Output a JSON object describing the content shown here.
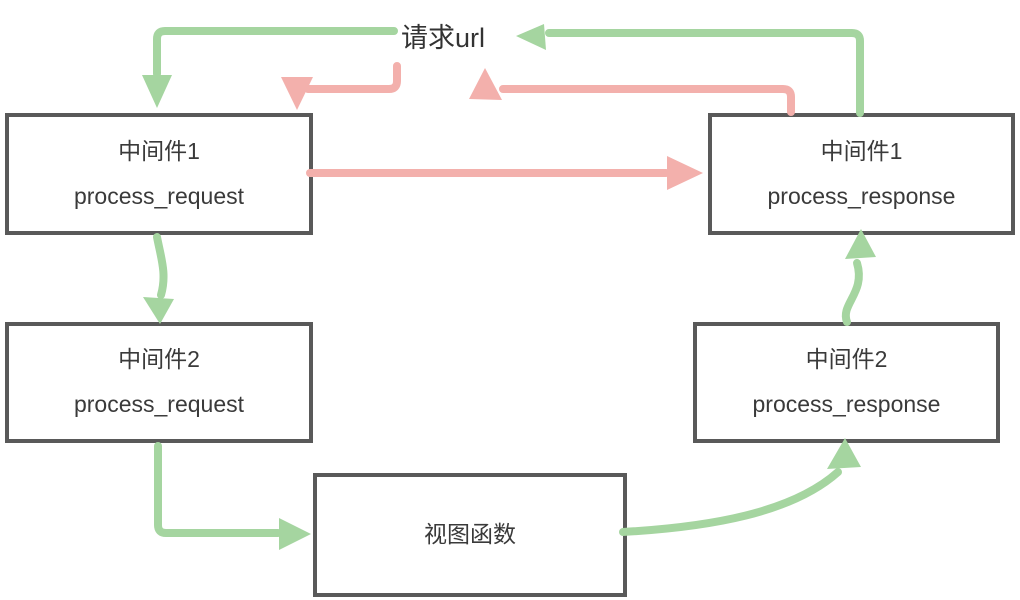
{
  "colors": {
    "green": "#a5d5a0",
    "pink": "#f3b0ac",
    "box_border": "#595959",
    "text": "#3a3a3a",
    "background": "#ffffff"
  },
  "top_label": "请求url",
  "nodes": {
    "mw1_request": {
      "title": "中间件1",
      "subtitle": "process_request"
    },
    "mw2_request": {
      "title": "中间件2",
      "subtitle": "process_request"
    },
    "view": {
      "title": "视图函数"
    },
    "mw2_response": {
      "title": "中间件2",
      "subtitle": "process_response"
    },
    "mw1_response": {
      "title": "中间件1",
      "subtitle": "process_response"
    }
  },
  "arrows": [
    {
      "name": "url-to-mw1-request",
      "color": "green",
      "from": "请求url",
      "to": "中间件1 process_request"
    },
    {
      "name": "mw1-request-to-mw2-request",
      "color": "green",
      "from": "中间件1 process_request",
      "to": "中间件2 process_request"
    },
    {
      "name": "mw2-request-to-view",
      "color": "green",
      "from": "中间件2 process_request",
      "to": "视图函数"
    },
    {
      "name": "view-to-mw2-response",
      "color": "green",
      "from": "视图函数",
      "to": "中间件2 process_response"
    },
    {
      "name": "mw2-response-to-mw1-response",
      "color": "green",
      "from": "中间件2 process_response",
      "to": "中间件1 process_response"
    },
    {
      "name": "mw1-response-to-url",
      "color": "green",
      "from": "中间件1 process_response",
      "to": "请求url"
    },
    {
      "name": "shortcut-into-mw1-request",
      "color": "pink",
      "from": "请求url",
      "to": "中间件1 process_request"
    },
    {
      "name": "mw1-request-shortcut-response",
      "color": "pink",
      "from": "中间件1 process_request",
      "to": "中间件1 process_response"
    },
    {
      "name": "mw1-response-shortcut-to-url",
      "color": "pink",
      "from": "中间件1 process_response",
      "to": "请求url"
    }
  ]
}
